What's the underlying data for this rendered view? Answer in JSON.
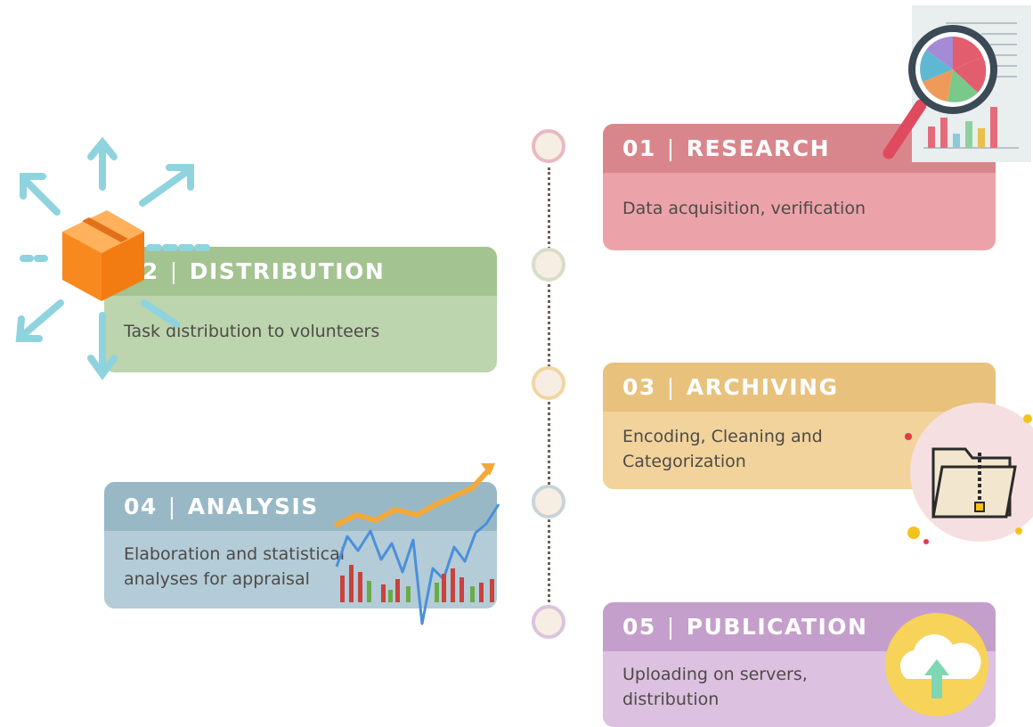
{
  "steps": [
    {
      "number": "01",
      "title": "RESEARCH",
      "description": "Data acquisition, verification"
    },
    {
      "number": "02",
      "title": "DISTRIBUTION",
      "description": "Task distribution to volunteers"
    },
    {
      "number": "03",
      "title": "ARCHIVING",
      "description": "Encoding, Cleaning and Categorization"
    },
    {
      "number": "04",
      "title": "ANALYSIS",
      "description": "Elaboration and statistical analyses for appraisal"
    },
    {
      "number": "05",
      "title": "PUBLICATION",
      "description": "Uploading on servers, distribution"
    }
  ],
  "separator": "|",
  "colors": {
    "research": "#d8868c",
    "distribution": "#a3c391",
    "archiving": "#e8c17c",
    "analysis": "#98b8c6",
    "publication": "#c59fcb",
    "timeline_node_border": "#e8b9c1"
  },
  "icons": [
    "report-magnifier-icon",
    "package-arrows-icon",
    "zip-folder-icon",
    "stock-chart-icon",
    "cloud-upload-icon"
  ]
}
